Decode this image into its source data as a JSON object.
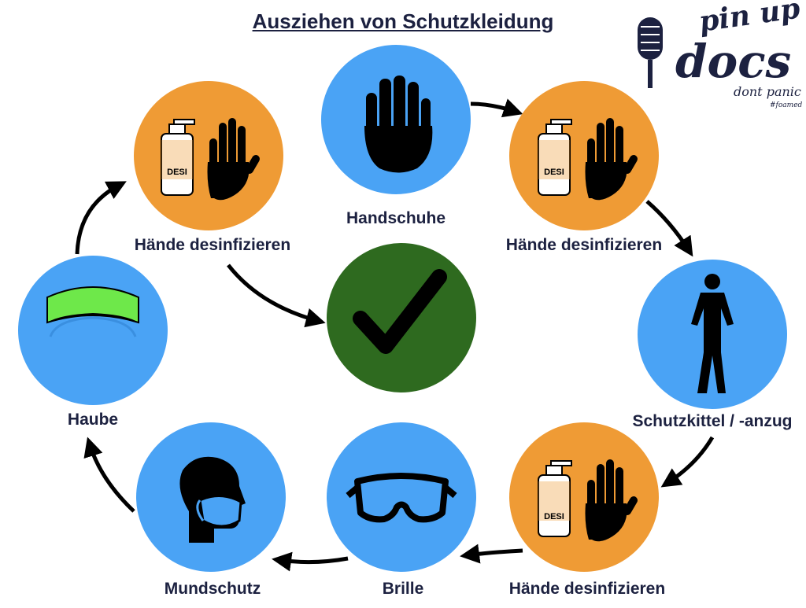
{
  "title": "Ausziehen von Schutzkleidung",
  "colors": {
    "blue": "#4aa3f5",
    "orange": "#ef9b35",
    "green": "#2e6a1f",
    "headband": "#6ee84a",
    "dark": "#000000",
    "text": "#1c2140"
  },
  "steps": [
    {
      "label": "Handschuhe",
      "icon": "glove-hand-icon",
      "color": "blue"
    },
    {
      "label": "Hände desinfizieren",
      "icon": "disinfect-hand-icon",
      "color": "orange"
    },
    {
      "label": "Schutzkittel / -anzug",
      "icon": "person-silhouette-icon",
      "color": "blue"
    },
    {
      "label": "Hände desinfizieren",
      "icon": "disinfect-hand-icon",
      "color": "orange"
    },
    {
      "label": "Brille",
      "icon": "goggles-icon",
      "color": "blue"
    },
    {
      "label": "Mundschutz",
      "icon": "mask-head-icon",
      "color": "blue"
    },
    {
      "label": "Haube",
      "icon": "cap-icon",
      "color": "blue"
    },
    {
      "label": "Hände desinfizieren",
      "icon": "disinfect-hand-icon",
      "color": "orange"
    }
  ],
  "center": {
    "icon": "checkmark-icon",
    "color": "green"
  },
  "bottle_label": "DESI",
  "logo": {
    "line1": "pin up",
    "line2": "docs",
    "tagline": "dont panic",
    "hashtag": "#foamed"
  }
}
